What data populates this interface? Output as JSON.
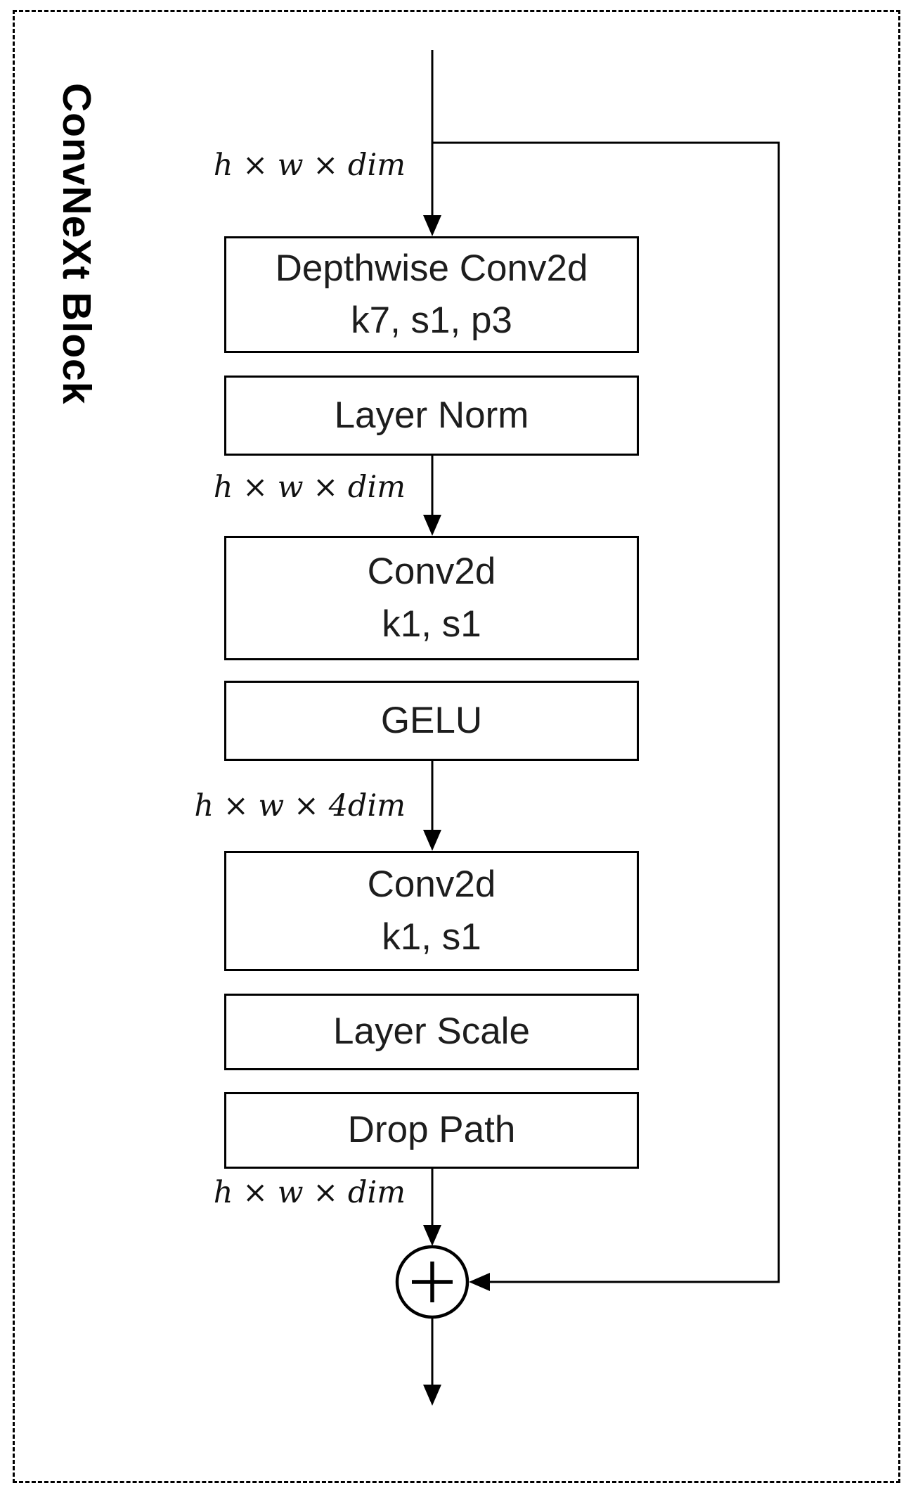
{
  "diagram": {
    "title": "ConvNeXt Block",
    "blocks": [
      {
        "lines": [
          "Depthwise Conv2d",
          "k7, s1, p3"
        ]
      },
      {
        "lines": [
          "Layer Norm"
        ]
      },
      {
        "lines": [
          "Conv2d",
          "k1, s1"
        ]
      },
      {
        "lines": [
          "GELU"
        ]
      },
      {
        "lines": [
          "Conv2d",
          "k1, s1"
        ]
      },
      {
        "lines": [
          "Layer Scale"
        ]
      },
      {
        "lines": [
          "Drop Path"
        ]
      }
    ],
    "dim_labels": [
      "h × w × dim",
      "h × w × dim",
      "h × w × 4dim",
      "h × w × dim"
    ],
    "icons": {
      "sum_node": "circle-plus-icon"
    },
    "colors": {
      "stroke": "#000000",
      "text": "#1d1d1d",
      "background": "#ffffff"
    }
  }
}
